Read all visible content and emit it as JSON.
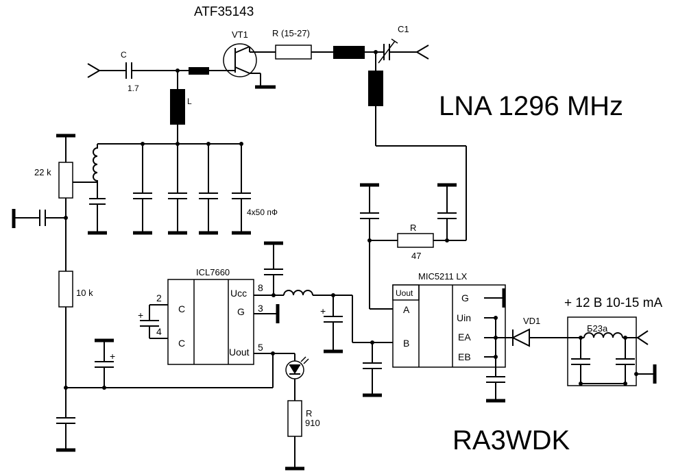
{
  "title": "LNA 1296 MHz",
  "author": "RA3WDK",
  "supply": "+ 12 В 10-15 mA",
  "components": {
    "transistor_model": "ATF35143",
    "vt1": "VT1",
    "r_series": "R (15-27)",
    "c1": "C1",
    "c_in": "C",
    "c_in_value": "1.7",
    "l": "L",
    "pot": "22 k",
    "r_bias": "10 k",
    "cap_bank": "4x50 пФ",
    "r47_label": "R",
    "r47_value": "47",
    "r910_label": "R",
    "r910_value": "910",
    "vd1": "VD1",
    "choke": "Б23а"
  },
  "ic1": {
    "name": "ICL7660",
    "pin_c1": "C",
    "pin_c2": "C",
    "pin_ucc": "Ucc",
    "pin_g": "G",
    "pin_uout": "Uout",
    "num_2": "2",
    "num_4": "4",
    "num_8": "8",
    "num_3": "3",
    "num_5": "5"
  },
  "ic2": {
    "name": "MIC5211 LX",
    "pin_uout": "Uout",
    "pin_a": "A",
    "pin_b": "B",
    "pin_g": "G",
    "pin_uin": "Uin",
    "pin_ea": "EA",
    "pin_eb": "EB"
  },
  "plus_sign": "+"
}
